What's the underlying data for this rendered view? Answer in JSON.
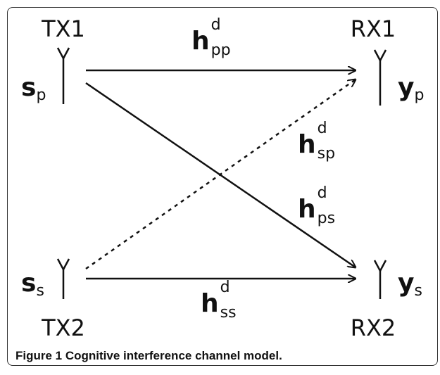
{
  "nodes": {
    "tx1": {
      "label": "TX1",
      "signal_base": "s",
      "signal_sub": "p"
    },
    "tx2": {
      "label": "TX2",
      "signal_base": "s",
      "signal_sub": "s"
    },
    "rx1": {
      "label": "RX1",
      "signal_base": "y",
      "signal_sub": "p"
    },
    "rx2": {
      "label": "RX2",
      "signal_base": "y",
      "signal_sub": "s"
    }
  },
  "channels": {
    "pp": {
      "base": "h",
      "sup": "d",
      "sub": "pp",
      "style": "solid"
    },
    "sp": {
      "base": "h",
      "sup": "d",
      "sub": "sp",
      "style": "dotted"
    },
    "ps": {
      "base": "h",
      "sup": "d",
      "sub": "ps",
      "style": "solid"
    },
    "ss": {
      "base": "h",
      "sup": "d",
      "sub": "ss",
      "style": "solid"
    }
  },
  "caption": {
    "prefix": "Figure 1",
    "text": "Cognitive interference channel model."
  }
}
